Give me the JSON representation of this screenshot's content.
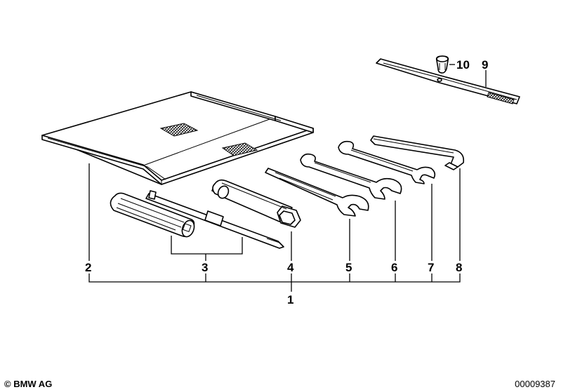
{
  "callouts": {
    "c1": "1",
    "c2": "2",
    "c3": "3",
    "c4": "4",
    "c5": "5",
    "c6": "6",
    "c7": "7",
    "c8": "8",
    "c9": "9",
    "c10": "10"
  },
  "footer": {
    "copyright": "© BMW AG",
    "document_number": "00009387"
  }
}
